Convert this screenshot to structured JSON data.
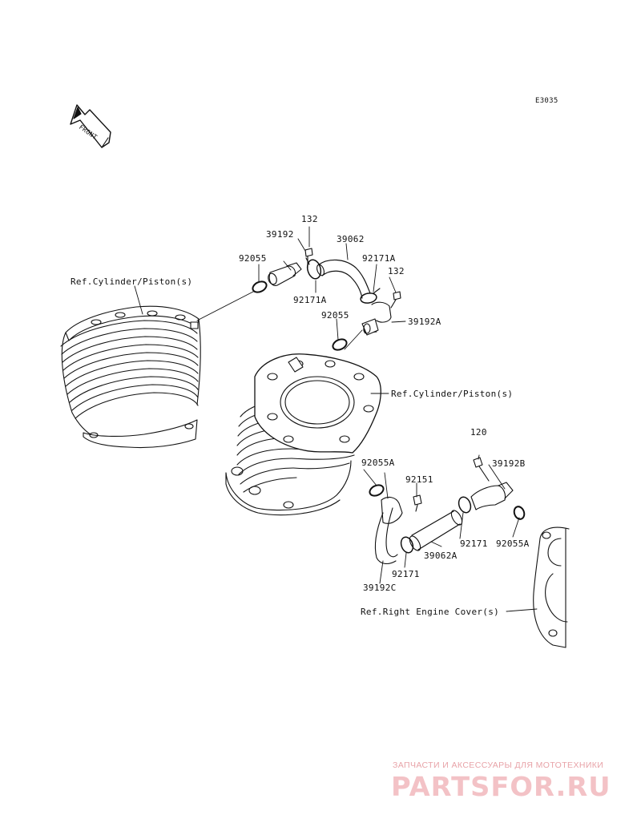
{
  "diagram": {
    "code": "E3035",
    "front_badge": "FRONT",
    "refs": {
      "cyl_left": "Ref.Cylinder/Piston(s)",
      "cyl_right": "Ref.Cylinder/Piston(s)",
      "engine_cover": "Ref.Right Engine Cover(s)"
    },
    "parts": {
      "p132a": "132",
      "p39192": "39192",
      "p92055a": "92055",
      "p39062": "39062",
      "p92171A_1": "92171A",
      "p132b": "132",
      "p92171A_2": "92171A",
      "p92055b": "92055",
      "p39192A": "39192A",
      "p120": "120",
      "p39192B": "39192B",
      "p92055A_1": "92055A",
      "p92151": "92151",
      "p92171_1": "92171",
      "p92055A_2": "92055A",
      "p39062A": "39062A",
      "p92171_2": "92171",
      "p39192C": "39192C"
    }
  },
  "watermark": {
    "tagline": "ЗАПЧАСТИ И АКСЕССУАРЫ ДЛЯ МОТОТЕХНИКИ",
    "logo": "PARTSFOR.RU"
  },
  "colors": {
    "line": "#111111",
    "watermark": "#e8a3a8"
  }
}
